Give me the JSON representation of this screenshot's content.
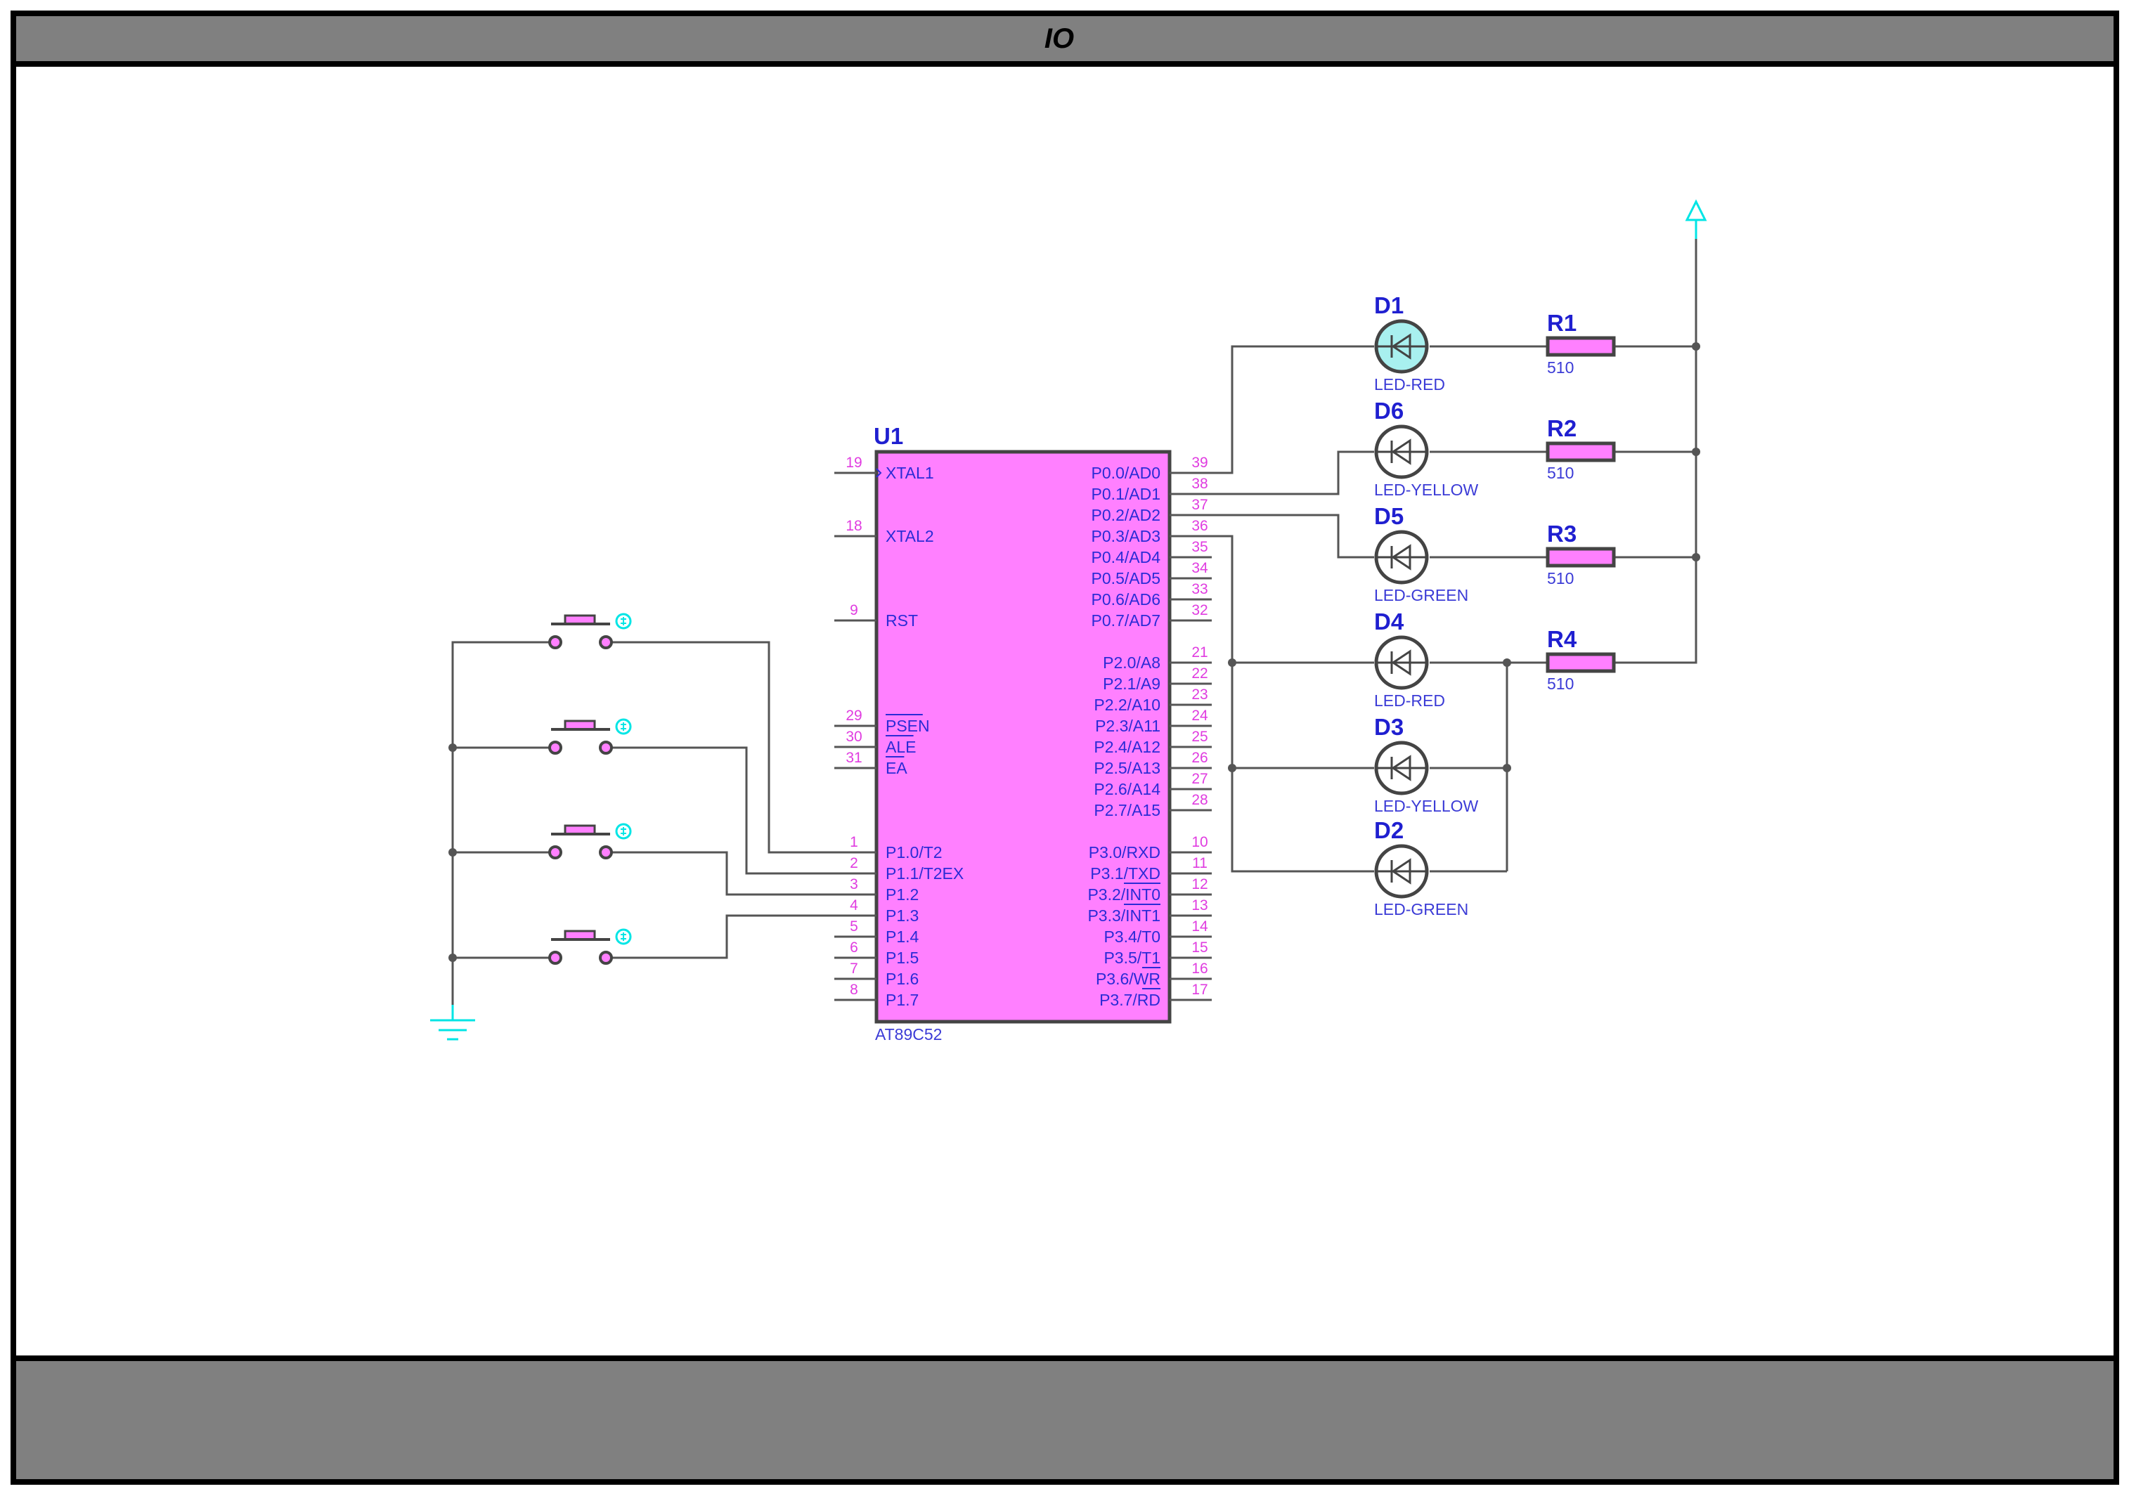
{
  "title": "IO",
  "colors": {
    "frame": "#000000",
    "title_bar": "#808080",
    "chip_fill": "#ff80ff",
    "chip_border": "#444444",
    "wire": "#555555",
    "pin_name": "#2b2bd6",
    "pin_number": "#e03ce0",
    "ref_label": "#1f1fd0",
    "power_ground": "#00e5e5",
    "led_on_fill": "#a8f0ef"
  },
  "mcu": {
    "ref": "U1",
    "value": "AT89C52",
    "left_pins": [
      {
        "name": "XTAL1",
        "number": "19"
      },
      {
        "name": "XTAL2",
        "number": "18"
      },
      {
        "name": "RST",
        "number": "9"
      },
      {
        "name": "PSEN",
        "number": "29",
        "overbar": true
      },
      {
        "name": "ALE",
        "number": "30",
        "overbar": true
      },
      {
        "name": "EA",
        "number": "31",
        "overbar": true
      },
      {
        "name": "P1.0/T2",
        "number": "1"
      },
      {
        "name": "P1.1/T2EX",
        "number": "2"
      },
      {
        "name": "P1.2",
        "number": "3"
      },
      {
        "name": "P1.3",
        "number": "4"
      },
      {
        "name": "P1.4",
        "number": "5"
      },
      {
        "name": "P1.5",
        "number": "6"
      },
      {
        "name": "P1.6",
        "number": "7"
      },
      {
        "name": "P1.7",
        "number": "8"
      }
    ],
    "right_pins": [
      {
        "name": "P0.0/AD0",
        "number": "39"
      },
      {
        "name": "P0.1/AD1",
        "number": "38"
      },
      {
        "name": "P0.2/AD2",
        "number": "37"
      },
      {
        "name": "P0.3/AD3",
        "number": "36"
      },
      {
        "name": "P0.4/AD4",
        "number": "35"
      },
      {
        "name": "P0.5/AD5",
        "number": "34"
      },
      {
        "name": "P0.6/AD6",
        "number": "33"
      },
      {
        "name": "P0.7/AD7",
        "number": "32"
      },
      {
        "name": "P2.0/A8",
        "number": "21"
      },
      {
        "name": "P2.1/A9",
        "number": "22"
      },
      {
        "name": "P2.2/A10",
        "number": "23"
      },
      {
        "name": "P2.3/A11",
        "number": "24"
      },
      {
        "name": "P2.4/A12",
        "number": "25"
      },
      {
        "name": "P2.5/A13",
        "number": "26"
      },
      {
        "name": "P2.6/A14",
        "number": "27"
      },
      {
        "name": "P2.7/A15",
        "number": "28"
      },
      {
        "name": "P3.0/RXD",
        "number": "10"
      },
      {
        "name": "P3.1/TXD",
        "number": "11"
      },
      {
        "name": "P3.2/INT0",
        "number": "12"
      },
      {
        "name": "P3.3/INT1",
        "number": "13"
      },
      {
        "name": "P3.4/T0",
        "number": "14"
      },
      {
        "name": "P3.5/T1",
        "number": "15"
      },
      {
        "name": "P3.6/WR",
        "number": "16"
      },
      {
        "name": "P3.7/RD",
        "number": "17"
      }
    ]
  },
  "leds": [
    {
      "ref": "D1",
      "value": "LED-RED",
      "lit": true
    },
    {
      "ref": "D6",
      "value": "LED-YELLOW",
      "lit": false
    },
    {
      "ref": "D5",
      "value": "LED-GREEN",
      "lit": false
    },
    {
      "ref": "D4",
      "value": "LED-RED",
      "lit": false
    },
    {
      "ref": "D3",
      "value": "LED-YELLOW",
      "lit": false
    },
    {
      "ref": "D2",
      "value": "LED-GREEN",
      "lit": false
    }
  ],
  "resistors": [
    {
      "ref": "R1",
      "value": "510"
    },
    {
      "ref": "R2",
      "value": "510"
    },
    {
      "ref": "R3",
      "value": "510"
    },
    {
      "ref": "R4",
      "value": "510"
    }
  ],
  "buttons": 4
}
